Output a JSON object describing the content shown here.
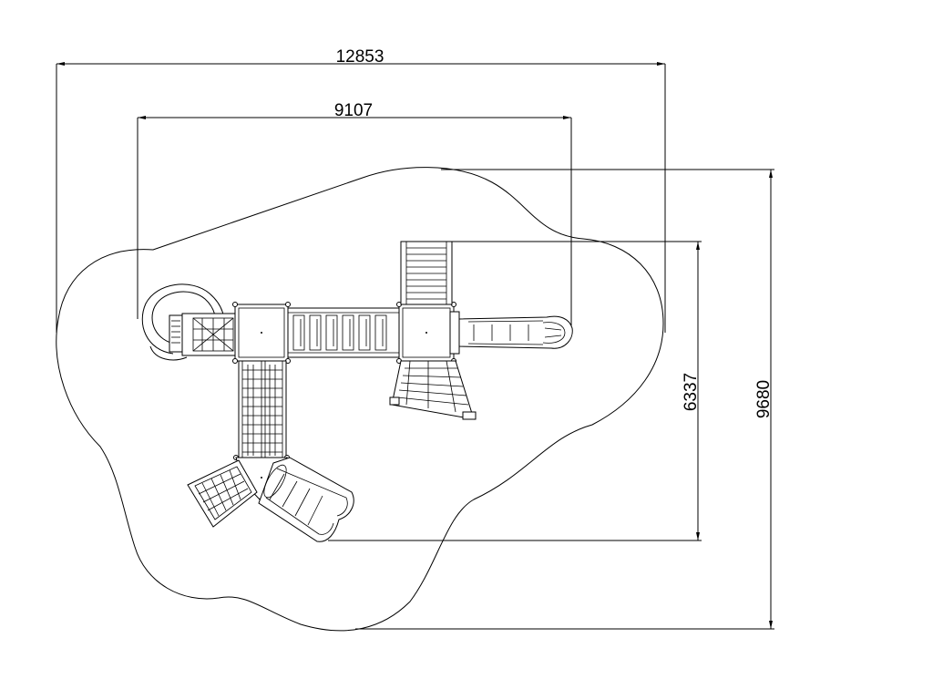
{
  "dimensions": {
    "overall_width": "12853",
    "equipment_width": "9107",
    "equipment_depth": "6337",
    "overall_depth": "9680"
  }
}
